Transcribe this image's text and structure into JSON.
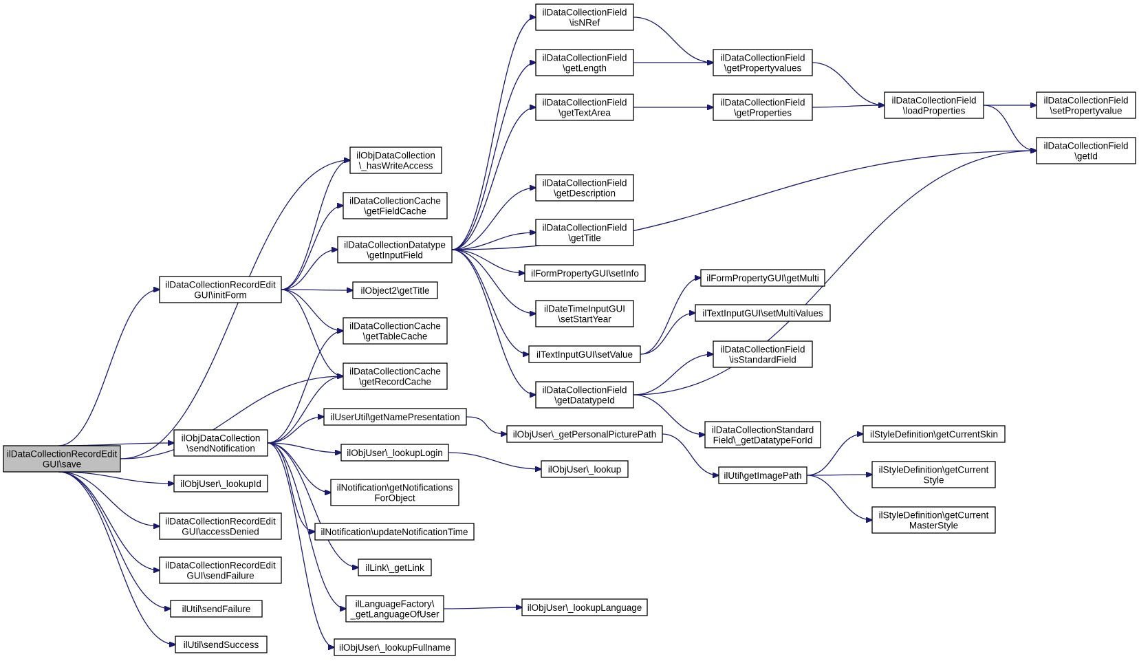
{
  "diagram": {
    "type": "call-graph",
    "colors": {
      "edge": "#191970",
      "node_border": "#000000",
      "root_fill": "#bfbfbf",
      "node_fill": "#ffffff"
    },
    "nodes": [
      {
        "id": "save",
        "lines": [
          "ilDataCollectionRecordEdit",
          "GUI\\save"
        ],
        "root": true
      },
      {
        "id": "initForm",
        "lines": [
          "ilDataCollectionRecordEdit",
          "GUI\\initForm"
        ]
      },
      {
        "id": "sendNotification",
        "lines": [
          "ilObjDataCollection",
          "\\sendNotification"
        ]
      },
      {
        "id": "lookupId",
        "lines": [
          "ilObjUser\\_lookupId"
        ]
      },
      {
        "id": "accessDenied",
        "lines": [
          "ilDataCollectionRecordEdit",
          "GUI\\accessDenied"
        ]
      },
      {
        "id": "sendFailureGUI",
        "lines": [
          "ilDataCollectionRecordEdit",
          "GUI\\sendFailure"
        ]
      },
      {
        "id": "utilSendFailure",
        "lines": [
          "ilUtil\\sendFailure"
        ]
      },
      {
        "id": "utilSendSuccess",
        "lines": [
          "ilUtil\\sendSuccess"
        ]
      },
      {
        "id": "hasWriteAccess",
        "lines": [
          "ilObjDataCollection",
          "\\_hasWriteAccess"
        ]
      },
      {
        "id": "getFieldCache",
        "lines": [
          "ilDataCollectionCache",
          "\\getFieldCache"
        ]
      },
      {
        "id": "getInputField",
        "lines": [
          "ilDataCollectionDatatype",
          "\\getInputField"
        ]
      },
      {
        "id": "obj2GetTitle",
        "lines": [
          "ilObject2\\getTitle"
        ]
      },
      {
        "id": "getTableCache",
        "lines": [
          "ilDataCollectionCache",
          "\\getTableCache"
        ]
      },
      {
        "id": "getRecordCache",
        "lines": [
          "ilDataCollectionCache",
          "\\getRecordCache"
        ]
      },
      {
        "id": "getNamePresentation",
        "lines": [
          "ilUserUtil\\getNamePresentation"
        ]
      },
      {
        "id": "lookupLogin",
        "lines": [
          "ilObjUser\\_lookupLogin"
        ]
      },
      {
        "id": "getNotificationsForObject",
        "lines": [
          "ilNotification\\getNotifications",
          "ForObject"
        ]
      },
      {
        "id": "updateNotificationTime",
        "lines": [
          "ilNotification\\updateNotificationTime"
        ]
      },
      {
        "id": "getLink",
        "lines": [
          "ilLink\\_getLink"
        ]
      },
      {
        "id": "getLanguageOfUser",
        "lines": [
          "ilLanguageFactory\\",
          "_getLanguageOfUser"
        ]
      },
      {
        "id": "lookupFullname",
        "lines": [
          "ilObjUser\\_lookupFullname"
        ]
      },
      {
        "id": "isNRef",
        "lines": [
          "ilDataCollectionField",
          "\\isNRef"
        ]
      },
      {
        "id": "getLength",
        "lines": [
          "ilDataCollectionField",
          "\\getLength"
        ]
      },
      {
        "id": "getTextArea",
        "lines": [
          "ilDataCollectionField",
          "\\getTextArea"
        ]
      },
      {
        "id": "getDescription",
        "lines": [
          "ilDataCollectionField",
          "\\getDescription"
        ]
      },
      {
        "id": "fieldGetTitle",
        "lines": [
          "ilDataCollectionField",
          "\\getTitle"
        ]
      },
      {
        "id": "setInfo",
        "lines": [
          "ilFormPropertyGUI\\setInfo"
        ]
      },
      {
        "id": "setStartYear",
        "lines": [
          "ilDateTimeInputGUI",
          "\\setStartYear"
        ]
      },
      {
        "id": "setValue",
        "lines": [
          "ilTextInputGUI\\setValue"
        ]
      },
      {
        "id": "getDatatypeId",
        "lines": [
          "ilDataCollectionField",
          "\\getDatatypeId"
        ]
      },
      {
        "id": "getPersonalPicturePath",
        "lines": [
          "ilObjUser\\_getPersonalPicturePath"
        ]
      },
      {
        "id": "lookup",
        "lines": [
          "ilObjUser\\_lookup"
        ]
      },
      {
        "id": "lookupLanguage",
        "lines": [
          "ilObjUser\\_lookupLanguage"
        ]
      },
      {
        "id": "getPropertyvalues",
        "lines": [
          "ilDataCollectionField",
          "\\getPropertyvalues"
        ]
      },
      {
        "id": "getProperties",
        "lines": [
          "ilDataCollectionField",
          "\\getProperties"
        ]
      },
      {
        "id": "getMulti",
        "lines": [
          "ilFormPropertyGUI\\getMulti"
        ]
      },
      {
        "id": "setMultiValues",
        "lines": [
          "ilTextInputGUI\\setMultiValues"
        ]
      },
      {
        "id": "isStandardField",
        "lines": [
          "ilDataCollectionField",
          "\\isStandardField"
        ]
      },
      {
        "id": "getDatatypeForId",
        "lines": [
          "ilDataCollectionStandard",
          "Field\\_getDatatypeForId"
        ]
      },
      {
        "id": "getImagePath",
        "lines": [
          "ilUtil\\getImagePath"
        ]
      },
      {
        "id": "loadProperties",
        "lines": [
          "ilDataCollectionField",
          "\\loadProperties"
        ]
      },
      {
        "id": "getCurrentSkin",
        "lines": [
          "ilStyleDefinition\\getCurrentSkin"
        ]
      },
      {
        "id": "getCurrentStyle",
        "lines": [
          "ilStyleDefinition\\getCurrent",
          "Style"
        ]
      },
      {
        "id": "getCurrentMasterStyle",
        "lines": [
          "ilStyleDefinition\\getCurrent",
          "MasterStyle"
        ]
      },
      {
        "id": "setPropertyvalue",
        "lines": [
          "ilDataCollectionField",
          "\\setPropertyvalue"
        ]
      },
      {
        "id": "getId",
        "lines": [
          "ilDataCollectionField",
          "\\getId"
        ]
      }
    ],
    "edges": [
      [
        "save",
        "initForm"
      ],
      [
        "save",
        "sendNotification"
      ],
      [
        "save",
        "lookupId"
      ],
      [
        "save",
        "accessDenied"
      ],
      [
        "save",
        "sendFailureGUI"
      ],
      [
        "save",
        "utilSendFailure"
      ],
      [
        "save",
        "utilSendSuccess"
      ],
      [
        "save",
        "hasWriteAccess"
      ],
      [
        "save",
        "getRecordCache"
      ],
      [
        "initForm",
        "hasWriteAccess"
      ],
      [
        "initForm",
        "getFieldCache"
      ],
      [
        "initForm",
        "getInputField"
      ],
      [
        "initForm",
        "obj2GetTitle"
      ],
      [
        "initForm",
        "getTableCache"
      ],
      [
        "initForm",
        "getRecordCache"
      ],
      [
        "sendNotification",
        "getTableCache"
      ],
      [
        "sendNotification",
        "getRecordCache"
      ],
      [
        "sendNotification",
        "getNamePresentation"
      ],
      [
        "sendNotification",
        "lookupLogin"
      ],
      [
        "sendNotification",
        "getNotificationsForObject"
      ],
      [
        "sendNotification",
        "updateNotificationTime"
      ],
      [
        "sendNotification",
        "getLink"
      ],
      [
        "sendNotification",
        "getLanguageOfUser"
      ],
      [
        "sendNotification",
        "lookupFullname"
      ],
      [
        "getInputField",
        "isNRef"
      ],
      [
        "getInputField",
        "getLength"
      ],
      [
        "getInputField",
        "getTextArea"
      ],
      [
        "getInputField",
        "getId"
      ],
      [
        "getInputField",
        "getDescription"
      ],
      [
        "getInputField",
        "fieldGetTitle"
      ],
      [
        "getInputField",
        "setInfo"
      ],
      [
        "getInputField",
        "setStartYear"
      ],
      [
        "getInputField",
        "setValue"
      ],
      [
        "getInputField",
        "getDatatypeId"
      ],
      [
        "getNamePresentation",
        "getPersonalPicturePath"
      ],
      [
        "lookupLogin",
        "lookup"
      ],
      [
        "getLanguageOfUser",
        "lookupLanguage"
      ],
      [
        "isNRef",
        "getPropertyvalues"
      ],
      [
        "getLength",
        "getPropertyvalues"
      ],
      [
        "getTextArea",
        "getProperties"
      ],
      [
        "setValue",
        "getMulti"
      ],
      [
        "setValue",
        "setMultiValues"
      ],
      [
        "getDatatypeId",
        "isStandardField"
      ],
      [
        "getDatatypeId",
        "getDatatypeForId"
      ],
      [
        "getDatatypeId",
        "getId"
      ],
      [
        "getPersonalPicturePath",
        "getImagePath"
      ],
      [
        "getPropertyvalues",
        "loadProperties"
      ],
      [
        "getProperties",
        "loadProperties"
      ],
      [
        "getImagePath",
        "getCurrentSkin"
      ],
      [
        "getImagePath",
        "getCurrentStyle"
      ],
      [
        "getImagePath",
        "getCurrentMasterStyle"
      ],
      [
        "loadProperties",
        "setPropertyvalue"
      ],
      [
        "loadProperties",
        "getId"
      ]
    ]
  }
}
